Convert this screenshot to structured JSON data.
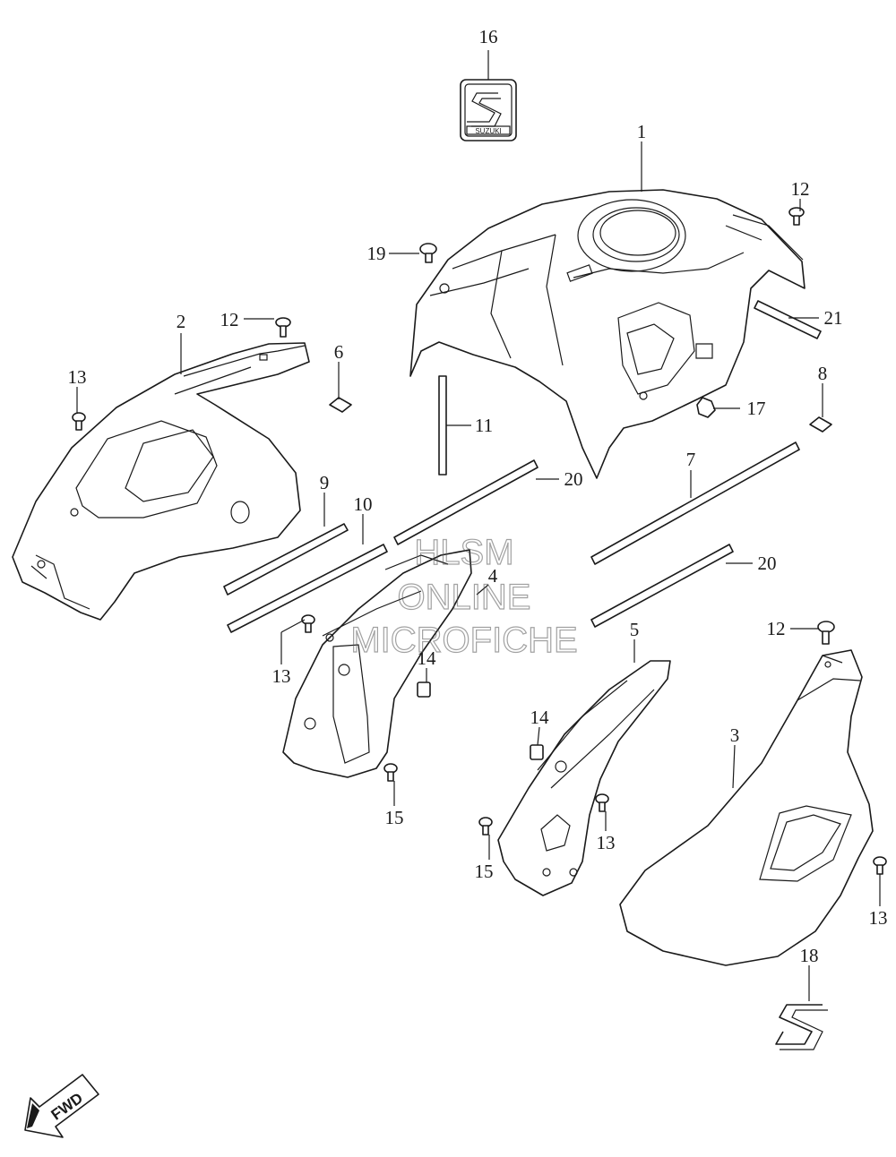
{
  "diagram": {
    "callouts": [
      {
        "id": "c16",
        "label": "16"
      },
      {
        "id": "c1",
        "label": "1"
      },
      {
        "id": "c12a",
        "label": "12"
      },
      {
        "id": "c19",
        "label": "19"
      },
      {
        "id": "c21",
        "label": "21"
      },
      {
        "id": "c2",
        "label": "2"
      },
      {
        "id": "c12b",
        "label": "12"
      },
      {
        "id": "c13a",
        "label": "13"
      },
      {
        "id": "c6",
        "label": "6"
      },
      {
        "id": "c8",
        "label": "8"
      },
      {
        "id": "c11",
        "label": "11"
      },
      {
        "id": "c17",
        "label": "17"
      },
      {
        "id": "c20a",
        "label": "20"
      },
      {
        "id": "c7",
        "label": "7"
      },
      {
        "id": "c9",
        "label": "9"
      },
      {
        "id": "c10",
        "label": "10"
      },
      {
        "id": "c20b",
        "label": "20"
      },
      {
        "id": "c4",
        "label": "4"
      },
      {
        "id": "c13b",
        "label": "13"
      },
      {
        "id": "c14a",
        "label": "14"
      },
      {
        "id": "c5",
        "label": "5"
      },
      {
        "id": "c12c",
        "label": "12"
      },
      {
        "id": "c14b",
        "label": "14"
      },
      {
        "id": "c3",
        "label": "3"
      },
      {
        "id": "c15a",
        "label": "15"
      },
      {
        "id": "c13c",
        "label": "13"
      },
      {
        "id": "c15b",
        "label": "15"
      },
      {
        "id": "c13d",
        "label": "13"
      },
      {
        "id": "c18",
        "label": "18"
      }
    ],
    "emblem_text": "SUZUKI",
    "direction_arrow": "FWD",
    "watermark": [
      "HLSM",
      "ONLINE",
      "MICROFICHE"
    ]
  }
}
